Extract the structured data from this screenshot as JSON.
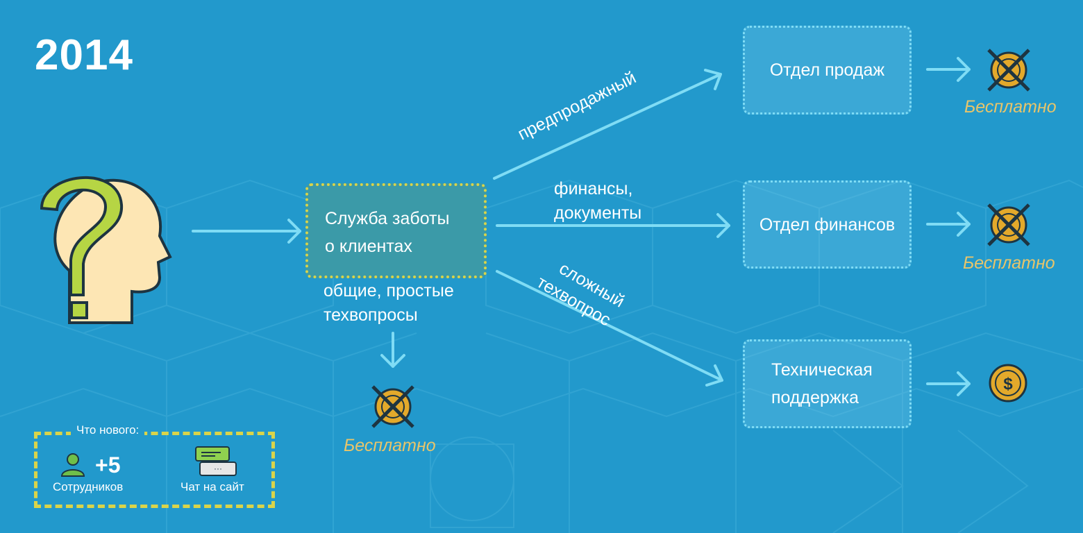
{
  "year": "2014",
  "customer_service": {
    "line1": "Служба заботы",
    "line2": "о клиентах"
  },
  "departments": {
    "sales": "Отдел продаж",
    "finance": "Отдел финансов",
    "tech_line1": "Техническая",
    "tech_line2": "поддержка"
  },
  "edge_labels": {
    "presale": "предпродажный",
    "finance_line1": "финансы,",
    "finance_line2": "документы",
    "complex_line1": "сложный",
    "complex_line2": "техвопрос",
    "simple_line1": "общие, простые",
    "simple_line2": "техвопросы"
  },
  "free_label": "Бесплатно",
  "news": {
    "title": "Что нового:",
    "staff_count": "+5",
    "staff_label": "Сотрудников",
    "chat_label": "Чат на сайт"
  },
  "colors": {
    "background": "#2299cc",
    "arrow": "#7fdcf5",
    "free_text": "#e8c56a",
    "dotted_border_yellow": "#d9d44a",
    "coin_gold": "#e3a92b"
  },
  "icons": [
    "head-question-icon",
    "coin-crossed-icon",
    "coin-dollar-icon",
    "user-icon",
    "chat-icon"
  ]
}
